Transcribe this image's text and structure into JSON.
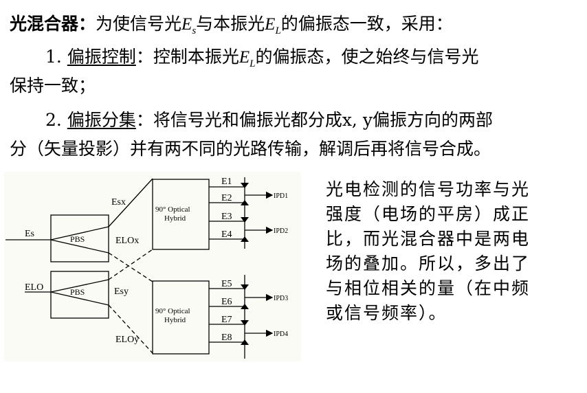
{
  "heading": {
    "title": "光混合器：",
    "t1": "为使信号光",
    "es": "E",
    "es_sub": "s",
    "t2": "与本振光",
    "el": "E",
    "el_sub": "L",
    "t3": "的偏振态一致，采用："
  },
  "item1": {
    "num": "1.",
    "term": "偏振控制",
    "t1": "：控制本振光",
    "el": "E",
    "el_sub": "L",
    "t2": "的偏振态，使之始终与信号光",
    "cont": "保持一致；"
  },
  "item2": {
    "num": "2.",
    "term": "偏振分集",
    "t1": "：将信号光和偏振光都分成x, y偏振方向的两部",
    "cont": "分（矢量投影）并有两不同的光路传输，解调后再将信号合成。"
  },
  "side_text": [
    "光电检测的信号功率与光",
    "强度（电场的平房）成正",
    "比，而光混合器中是两电",
    "场的叠加。所以，多出了",
    "与相位相关的量（在中频",
    "或信号频率）。"
  ],
  "diagram": {
    "in_signal": "Es",
    "in_lo": "ELO",
    "pbs1": "PBS",
    "pbs2": "PBS",
    "esx": "Esx",
    "elox": "ELOx",
    "esy": "Esy",
    "eloy": "ELOy",
    "hybrid1": [
      "90° Optical",
      "Hybrid"
    ],
    "hybrid2": [
      "90° Optical",
      "Hybrid"
    ],
    "e_labels": [
      "E1",
      "E2",
      "E3",
      "E4",
      "E5",
      "E6",
      "E7",
      "E8"
    ],
    "outputs": [
      "IPD1",
      "IPD2",
      "IPD3",
      "IPD4"
    ]
  }
}
